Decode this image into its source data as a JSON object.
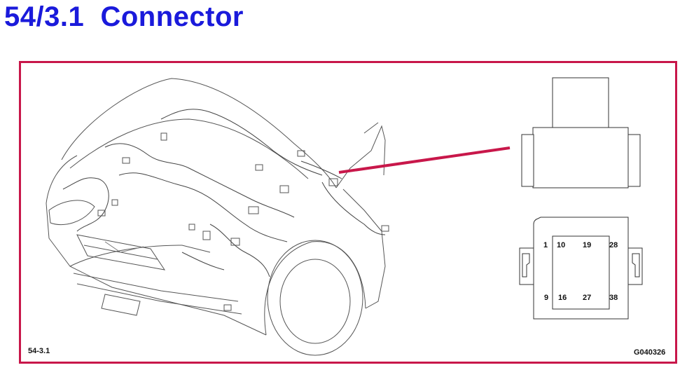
{
  "header": {
    "title": "54/3.1  Connector"
  },
  "figure": {
    "ref_label": "54-3.1",
    "code": "G040326",
    "leader_color": "#c8174a",
    "title_color": "#1a1adb"
  },
  "connector": {
    "pins": {
      "p1": "1",
      "p10": "10",
      "p19": "19",
      "p28": "28",
      "p9": "9",
      "p16": "16",
      "p27": "27",
      "p38": "38"
    }
  }
}
